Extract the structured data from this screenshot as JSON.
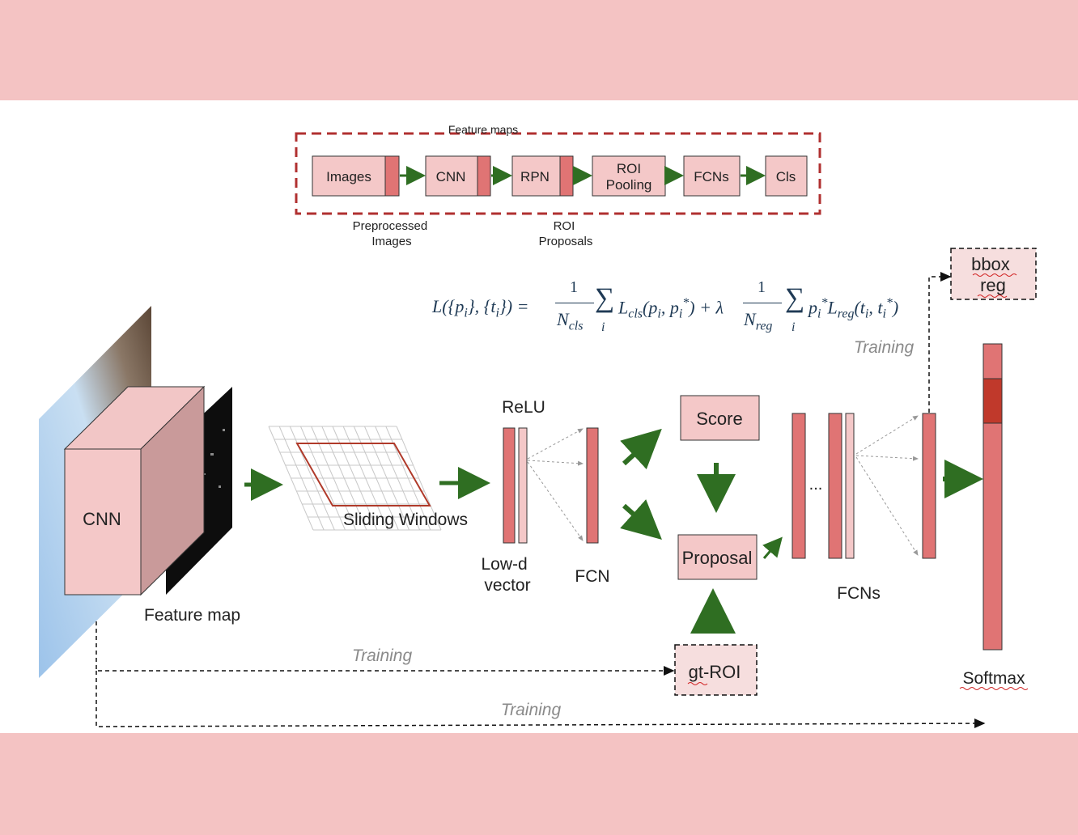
{
  "pipeline": {
    "label_feature_maps": "Feature maps",
    "stages": [
      "Images",
      "CNN",
      "RPN",
      "ROI\nPooling",
      "FCNs",
      "Cls"
    ],
    "label_preprocessed": [
      "Preprocessed",
      "Images"
    ],
    "label_roi_proposals": [
      "ROI",
      "Proposals"
    ]
  },
  "main": {
    "cnn": "CNN",
    "feature_map": "Feature map",
    "sliding_windows": "Sliding Windows",
    "relu": "ReLU",
    "low_d": [
      "Low-d",
      "vector"
    ],
    "fcn": "FCN",
    "score": "Score",
    "proposal": "Proposal",
    "gt_roi": "gt-ROI",
    "fcns": "FCNs",
    "ellipsis": "...",
    "bbox_reg": [
      "bbox",
      "reg"
    ],
    "softmax": "Softmax",
    "training": "Training"
  },
  "formula": {
    "lhs": "L({pi}, {ti}) =",
    "one": "1",
    "n_cls": "Ncls",
    "sum_index": "i",
    "term1": "Lcls(pi, pi*) + λ",
    "n_reg": "Nreg",
    "term2": "pi* Lreg(ti, ti*)"
  },
  "colors": {
    "band": "#f4c3c3",
    "box_fill": "#f4c8c8",
    "bar_fill": "#e07474",
    "arrow_green": "#2f6e22",
    "arrow_light_green": "#8fbf88",
    "dash_red": "#b03030"
  }
}
